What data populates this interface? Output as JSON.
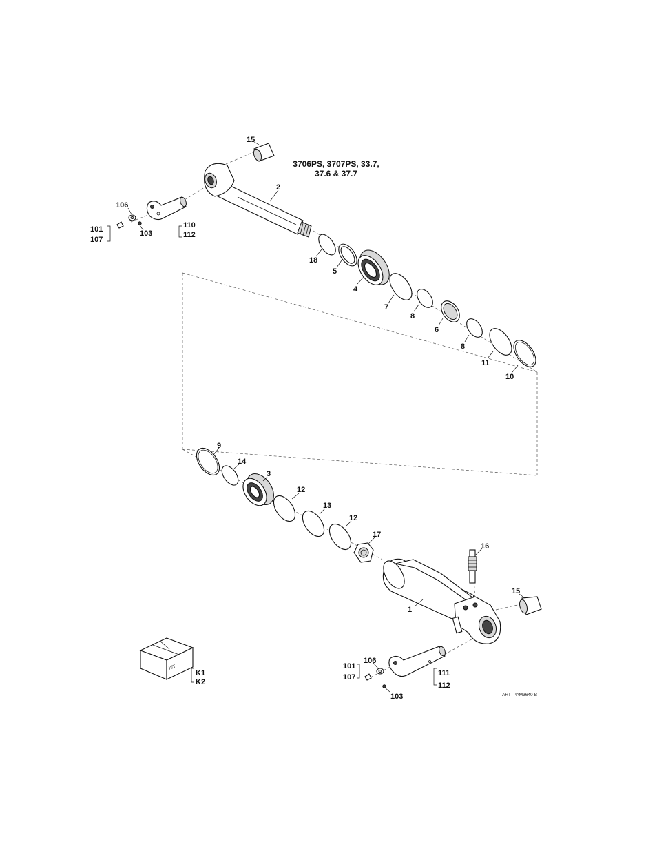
{
  "title_lines": [
    "3706PS, 3707PS, 33.7,",
    "37.6 & 37.7"
  ],
  "callouts": {
    "c15_top": "15",
    "c2": "2",
    "c106_top": "106",
    "c101_top": "101",
    "c107_top": "107",
    "c103_top": "103",
    "c110": "110",
    "c112_top": "112",
    "c18": "18",
    "c5": "5",
    "c4": "4",
    "c7": "7",
    "c8a": "8",
    "c6": "6",
    "c8b": "8",
    "c11": "11",
    "c10": "10",
    "c9": "9",
    "c14": "14",
    "c3": "3",
    "c12a": "12",
    "c13": "13",
    "c12b": "12",
    "c17": "17",
    "c16": "16",
    "c15_bot": "15",
    "c1": "1",
    "c101_bot": "101",
    "c107_bot": "107",
    "c106_bot": "106",
    "c103_bot": "103",
    "c111": "111",
    "c112_bot": "112",
    "k1": "K1",
    "k2": "K2"
  },
  "kit_box_label": "K/T",
  "art_reference": "ART_PAM3640-B"
}
